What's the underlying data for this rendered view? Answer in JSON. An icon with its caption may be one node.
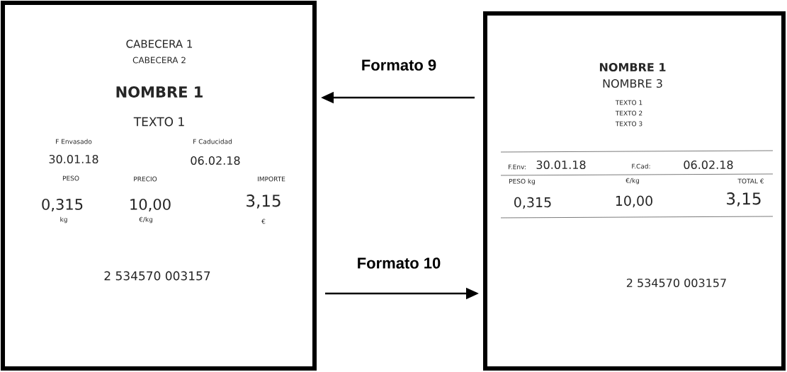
{
  "diagram": {
    "nodes": [
      {
        "text": [
          "CABECERA 1",
          "CABECERA 2",
          "NOMBRE 1",
          "TEXTO 1",
          "F Envasado",
          "F Caducidad",
          "30.01.18",
          "06.02.18",
          "PESO",
          "PRECIO",
          "IMPORTE",
          "0,315",
          "10,00",
          "3,15",
          "kg",
          "€/kg",
          "€",
          "2 534570 003157"
        ]
      },
      {
        "text": [
          "NOMBRE 1",
          "NOMBRE 3",
          "TEXTO 1",
          "TEXTO 2",
          "TEXTO 3",
          "F.Env:",
          "30.01.18",
          "F.Cad:",
          "06.02.18",
          "PESO kg",
          "€/kg",
          "TOTAL €",
          "0,315",
          "10,00",
          "3,15",
          "2 534570 003157"
        ]
      }
    ],
    "edges": [
      {
        "from": 1,
        "to": 0,
        "arrow": "to",
        "label": "Formato 9"
      },
      {
        "from": 0,
        "to": 1,
        "arrow": "to",
        "label": "Formato 10"
      }
    ]
  }
}
